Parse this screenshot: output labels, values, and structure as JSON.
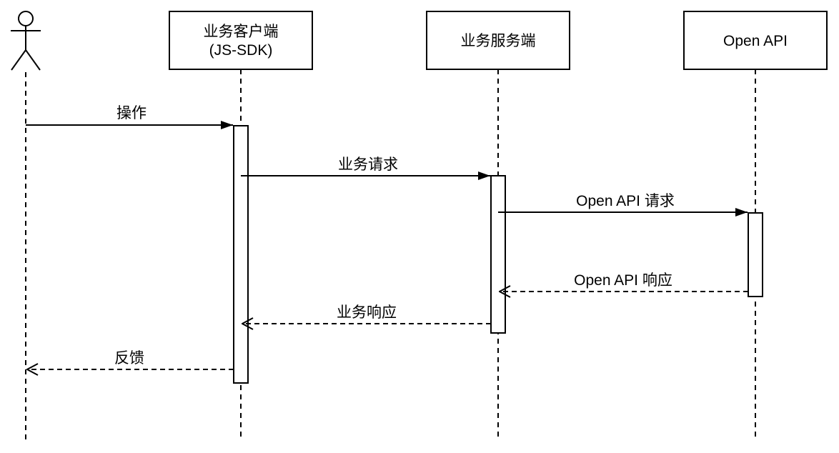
{
  "colors": {
    "stroke": "#000000",
    "background": "#ffffff",
    "activation_fill": "#ffffff"
  },
  "actor": {
    "icon": "stick-figure-actor-icon"
  },
  "participants": [
    {
      "id": "client",
      "label_line1": "业务客户端",
      "label_line2": "(JS-SDK)"
    },
    {
      "id": "server",
      "label": "业务服务端"
    },
    {
      "id": "openapi",
      "label": "Open API"
    }
  ],
  "messages": [
    {
      "label": "操作",
      "type": "sync",
      "from": "actor",
      "to": "client"
    },
    {
      "label": "业务请求",
      "type": "sync",
      "from": "client",
      "to": "server"
    },
    {
      "label": "Open API 请求",
      "type": "sync",
      "from": "server",
      "to": "openapi"
    },
    {
      "label": "Open API 响应",
      "type": "return",
      "from": "openapi",
      "to": "server"
    },
    {
      "label": "业务响应",
      "type": "return",
      "from": "server",
      "to": "client"
    },
    {
      "label": "反馈",
      "type": "return",
      "from": "client",
      "to": "actor"
    }
  ]
}
